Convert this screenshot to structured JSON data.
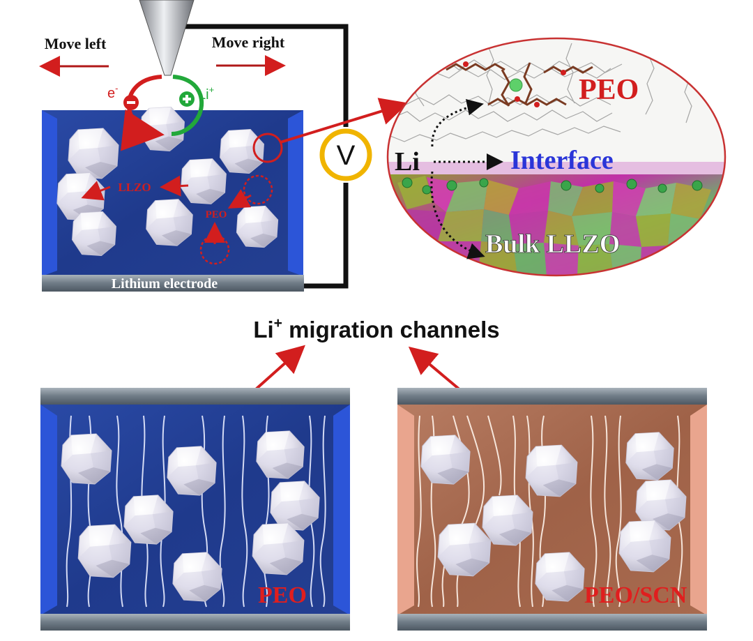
{
  "top_left": {
    "move_left_label": "Move left",
    "move_right_label": "Move right",
    "electron_label": "e",
    "electron_sup": "-",
    "lithium_ion_label": "Li",
    "lithium_ion_sup": "+",
    "llzo_label": "LLZO",
    "peo_label": "PEO",
    "electrode_label": "Lithium electrode",
    "voltmeter_label": "V"
  },
  "zoom_inset": {
    "peo_label": "PEO",
    "li_label": "Li",
    "interface_label": "Interface",
    "bulk_llzo_label": "Bulk LLZO"
  },
  "center": {
    "title_main": "Li",
    "title_sup": "+",
    "title_rest": " migration channels"
  },
  "bottom_left": {
    "label": "PEO"
  },
  "bottom_right": {
    "label": "PEO/SCN"
  },
  "colors": {
    "arrow_red": "#d21e1e",
    "peo_blue": "#1f3a8c",
    "scn_copper": "#a86a4e",
    "voltmeter_ring": "#f0b400",
    "interface_blue": "#2a35d8"
  }
}
